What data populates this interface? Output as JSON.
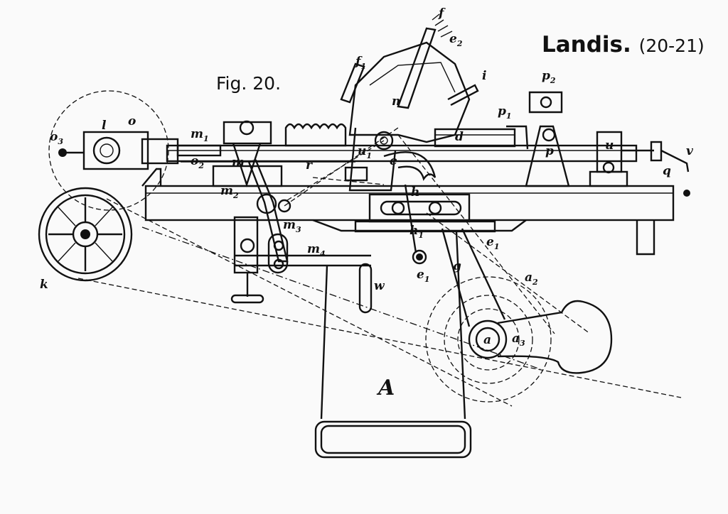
{
  "header": {
    "figure_label": "Fig. 20.",
    "maker": "Landis.",
    "plate_ref": "(20-21)"
  },
  "labels": [
    {
      "id": "f",
      "text": "f"
    },
    {
      "id": "e2",
      "text": "e",
      "sub": "2"
    },
    {
      "id": "f1",
      "text": "f",
      "sub": "1"
    },
    {
      "id": "i",
      "text": "i"
    },
    {
      "id": "p2",
      "text": "p",
      "sub": "2"
    },
    {
      "id": "n",
      "text": "n"
    },
    {
      "id": "p1",
      "text": "p",
      "sub": "1"
    },
    {
      "id": "l",
      "text": "l"
    },
    {
      "id": "o",
      "text": "o"
    },
    {
      "id": "o3",
      "text": "o",
      "sub": "3"
    },
    {
      "id": "m1",
      "text": "m",
      "sub": "1"
    },
    {
      "id": "d",
      "text": "d"
    },
    {
      "id": "o2",
      "text": "o",
      "sub": "2"
    },
    {
      "id": "m",
      "text": "m"
    },
    {
      "id": "u1",
      "text": "u",
      "sub": "1"
    },
    {
      "id": "r",
      "text": "r"
    },
    {
      "id": "e",
      "text": "e"
    },
    {
      "id": "p",
      "text": "p"
    },
    {
      "id": "u",
      "text": "u"
    },
    {
      "id": "v",
      "text": "v"
    },
    {
      "id": "q",
      "text": "q"
    },
    {
      "id": "m2",
      "text": "m",
      "sub": "2"
    },
    {
      "id": "h",
      "text": "h"
    },
    {
      "id": "m3",
      "text": "m",
      "sub": "3"
    },
    {
      "id": "h1",
      "text": "h",
      "sub": "1"
    },
    {
      "id": "e1b",
      "text": "e",
      "sub": "1"
    },
    {
      "id": "m4",
      "text": "m",
      "sub": "4"
    },
    {
      "id": "g",
      "text": "g"
    },
    {
      "id": "a2",
      "text": "a",
      "sub": "2"
    },
    {
      "id": "e1",
      "text": "e",
      "sub": "1"
    },
    {
      "id": "w",
      "text": "w"
    },
    {
      "id": "k",
      "text": "k"
    },
    {
      "id": "a",
      "text": "a"
    },
    {
      "id": "a3",
      "text": "a",
      "sub": "3"
    },
    {
      "id": "A",
      "text": "A"
    }
  ]
}
